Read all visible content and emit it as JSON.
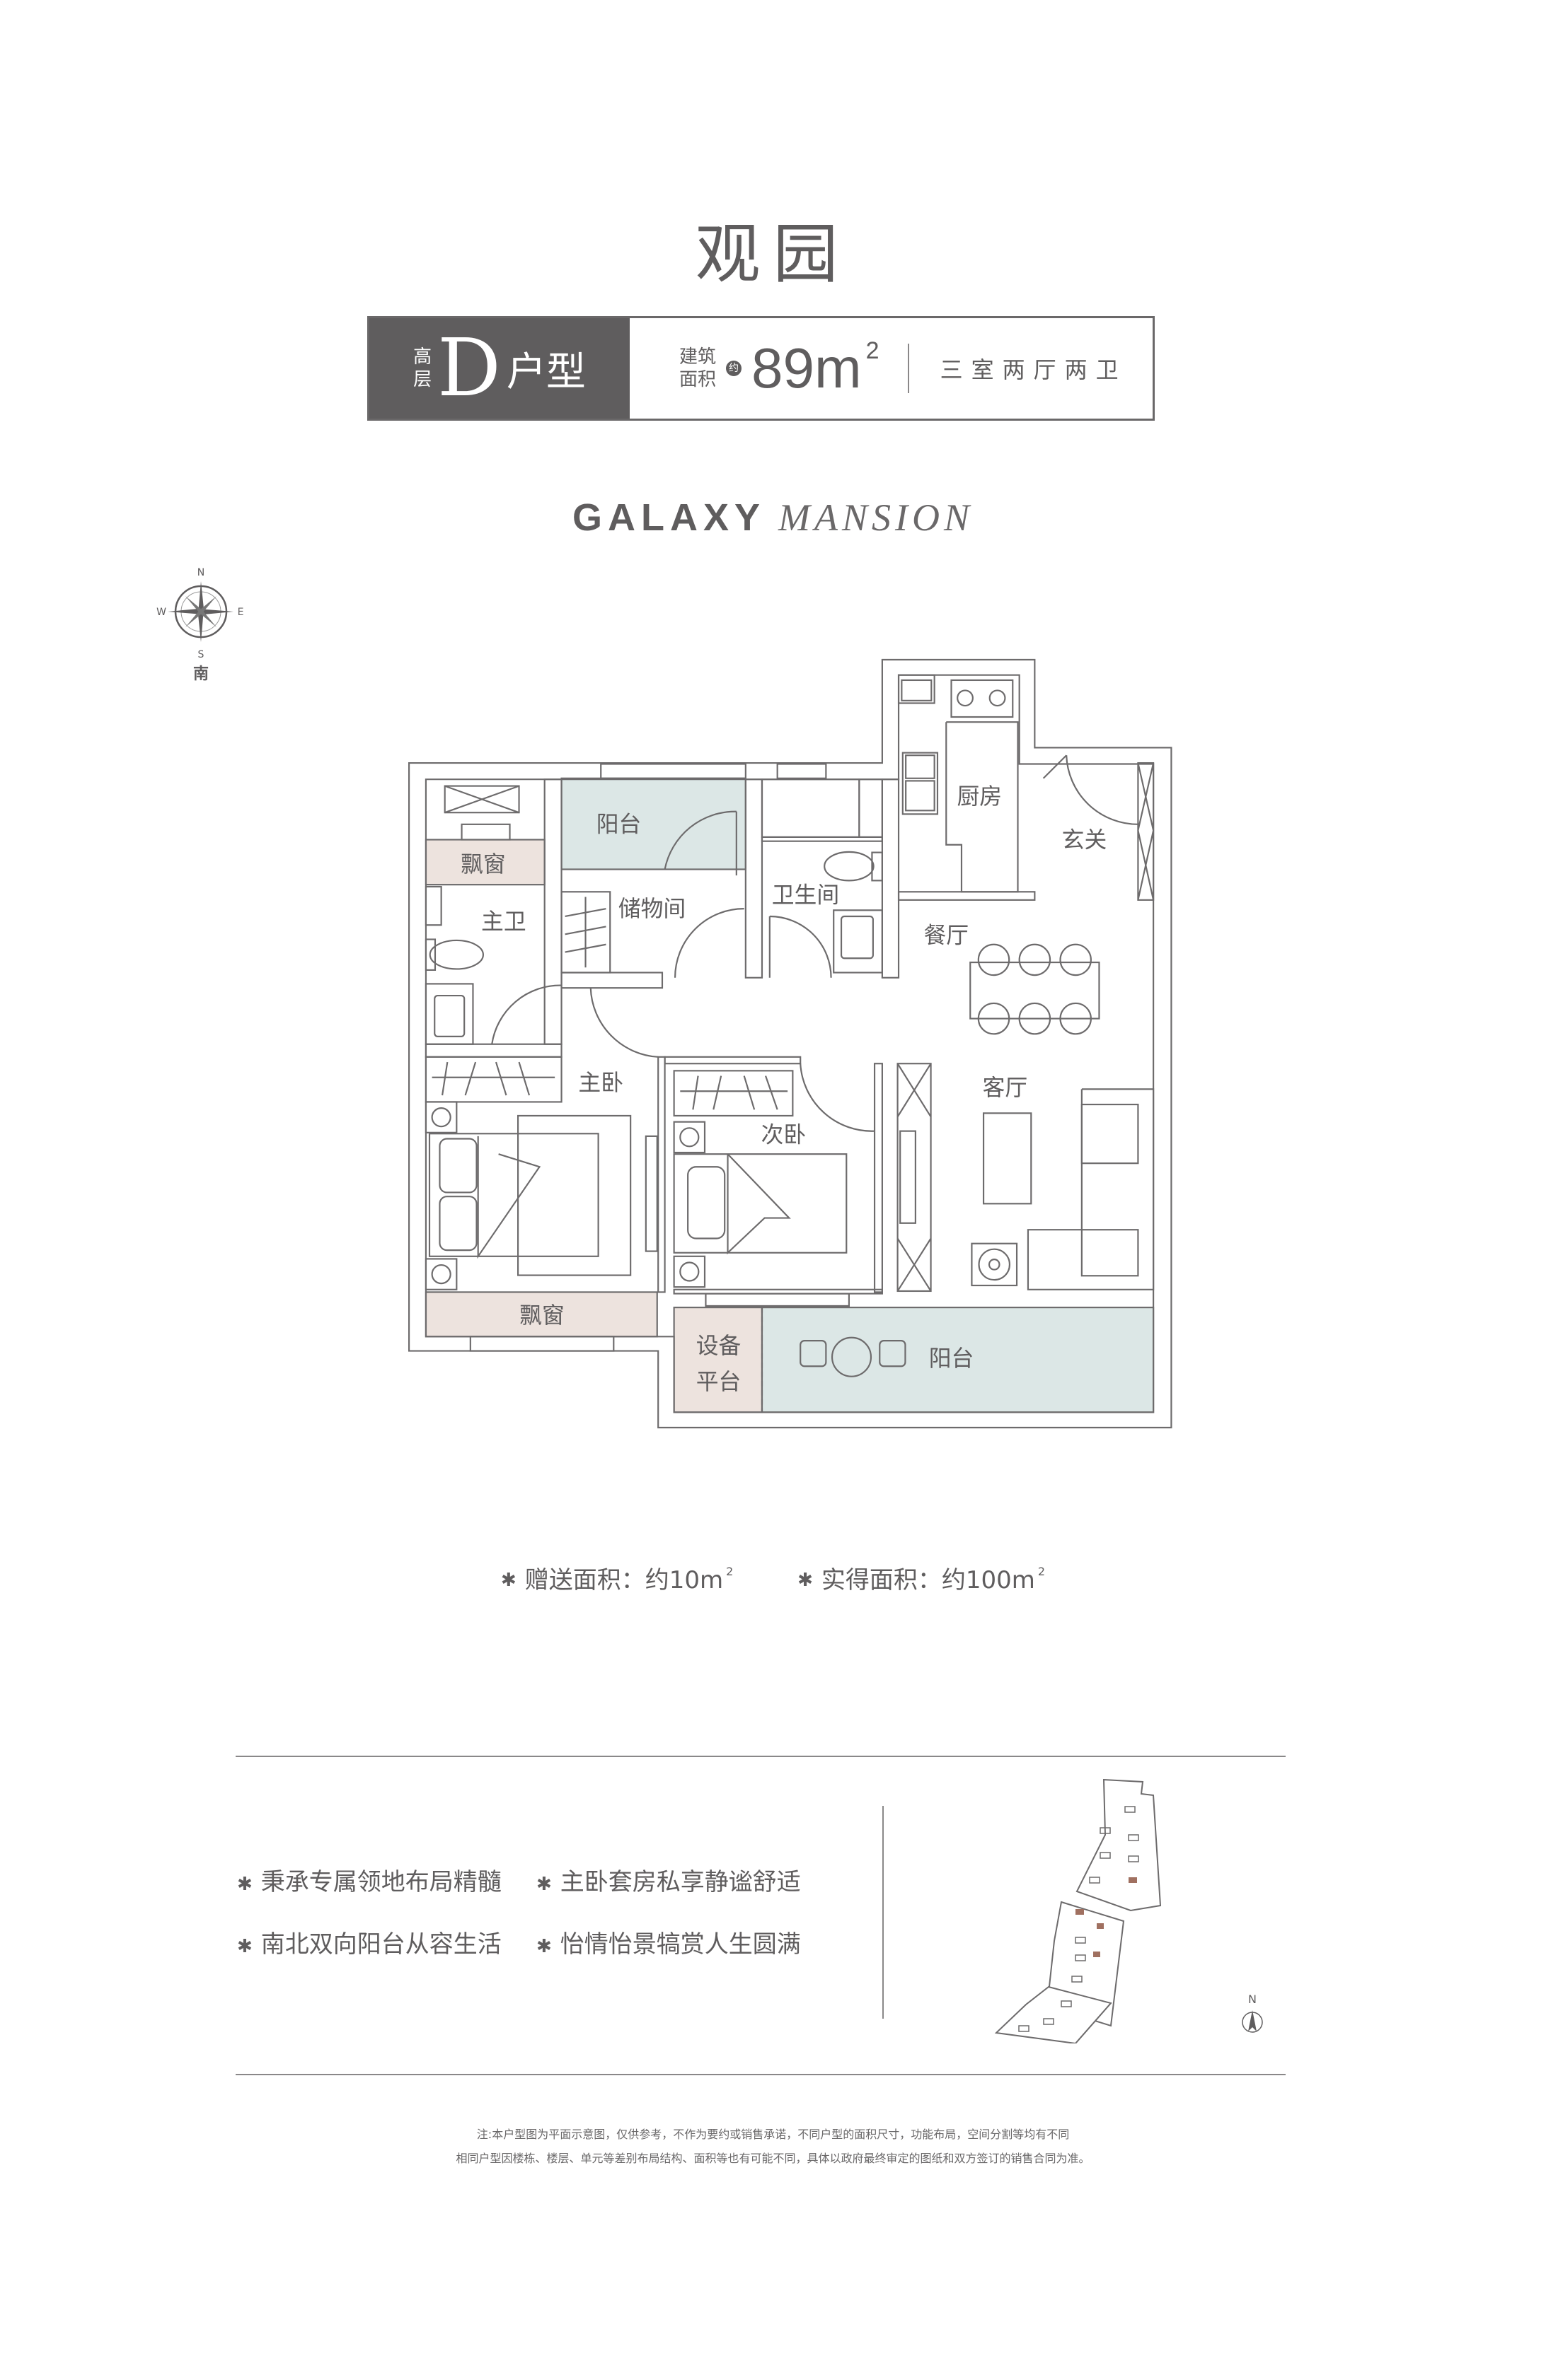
{
  "title": "观园",
  "header": {
    "floor_type_top": "高",
    "floor_type_bottom": "层",
    "unit_letter": "D",
    "unit_suffix": "户型",
    "area_label_top": "建筑",
    "area_label_bottom": "面积",
    "approx": "约",
    "area_value": "89m",
    "area_sup": "2",
    "layout": "三室两厅两卫"
  },
  "brand": {
    "bold": "GALAXY",
    "italic": "MANSION"
  },
  "compass": {
    "n": "N",
    "s": "S",
    "e": "E",
    "w": "W",
    "orientation": "南"
  },
  "rooms": {
    "balcony_north": "阳台",
    "bay_window_top": "飘窗",
    "master_bath": "主卫",
    "storage": "储物间",
    "bathroom": "卫生间",
    "kitchen": "厨房",
    "entrance": "玄关",
    "dining": "餐厅",
    "living": "客厅",
    "master_bedroom": "主卧",
    "second_bedroom": "次卧",
    "bay_window_bottom": "飘窗",
    "equipment_platform_1": "设备",
    "equipment_platform_2": "平台",
    "balcony_south": "阳台"
  },
  "colors": {
    "balcony": "#dce7e6",
    "bay_window": "#ede3de",
    "dark": "#5f5d5e",
    "wall": "#6d6b6c"
  },
  "areas": [
    {
      "label": "赠送面积：约10m",
      "sup": "2"
    },
    {
      "label": "实得面积：约100m",
      "sup": "2"
    }
  ],
  "features": [
    "秉承专属领地布局精髓",
    "主卧套房私享静谧舒适",
    "南北双向阳台从容生活",
    "怡情怡景犒赏人生圆满"
  ],
  "site_plan": {
    "north": "N"
  },
  "notes": [
    "注:本户型图为平面示意图，仅供参考，不作为要约或销售承诺，不同户型的面积尺寸，功能布局，空间分割等均有不同",
    "相同户型因楼栋、楼层、单元等差别布局结构、面积等也有可能不同，具体以政府最终审定的图纸和双方签订的销售合同为准。"
  ]
}
